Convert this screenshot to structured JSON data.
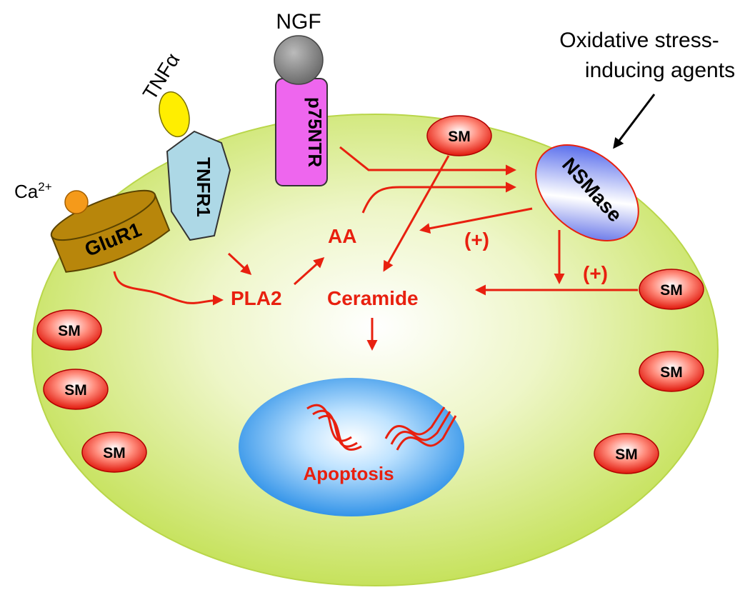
{
  "colors": {
    "cell_fill": "#cfe86a",
    "arrow": "#e8200f",
    "sm_fill": "#e8200f",
    "nucleus": "#1e90ff",
    "nsmase": "#2a3fe0",
    "glur1": "#b8860b",
    "tnfr1": "#add8e6",
    "p75ntr": "#ee66ee",
    "ngf": "#777777",
    "tnf": "#ffee00",
    "ca": "#f59a1a"
  },
  "labels": {
    "ngf": "NGF",
    "oxidative_line1": "Oxidative stress-",
    "oxidative_line2": "inducing agents",
    "tnfa": "TNFα",
    "ca_base": "Ca",
    "ca_sup": "2+",
    "glur1": "GluR1",
    "tnfr1": "TNFR1",
    "p75ntr": "p75NTR",
    "nsmase": "NSMase",
    "aa": "AA",
    "pla2": "PLA2",
    "ceramide": "Ceramide",
    "plus1": "(+)",
    "plus2": "(+)",
    "apoptosis": "Apoptosis",
    "sm": "SM"
  },
  "icons": [
    "arrow-icon",
    "dna-strand-icon"
  ]
}
